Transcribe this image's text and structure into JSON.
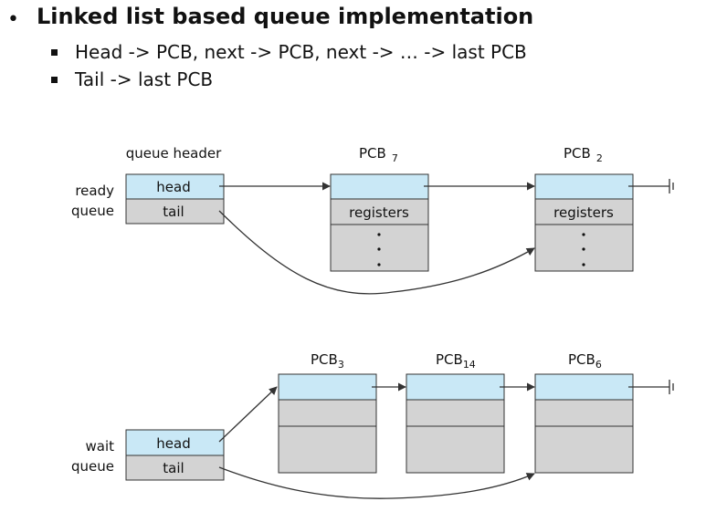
{
  "slide": {
    "bullet_main": "Linked list based queue implementation",
    "bullet_1": "Head -> PCB, next -> PCB, next -> … -> last PCB",
    "bullet_2": "Tail -> last PCB"
  },
  "ready": {
    "row_label_1": "ready",
    "row_label_2": "queue",
    "header_label": "queue header",
    "head": "head",
    "tail": "tail",
    "pcb_a_label": "PCB",
    "pcb_a_sub": "7",
    "pcb_b_label": "PCB",
    "pcb_b_sub": "2",
    "registers": "registers"
  },
  "wait": {
    "row_label_1": "wait",
    "row_label_2": "queue",
    "head": "head",
    "tail": "tail",
    "pcb_a_label": "PCB",
    "pcb_a_sub": "3",
    "pcb_b_label": "PCB",
    "pcb_b_sub": "14",
    "pcb_c_label": "PCB",
    "pcb_c_sub": "6"
  },
  "colors": {
    "field_blue": "#c9e8f6",
    "field_gray": "#d3d3d3",
    "stroke": "#333333"
  }
}
